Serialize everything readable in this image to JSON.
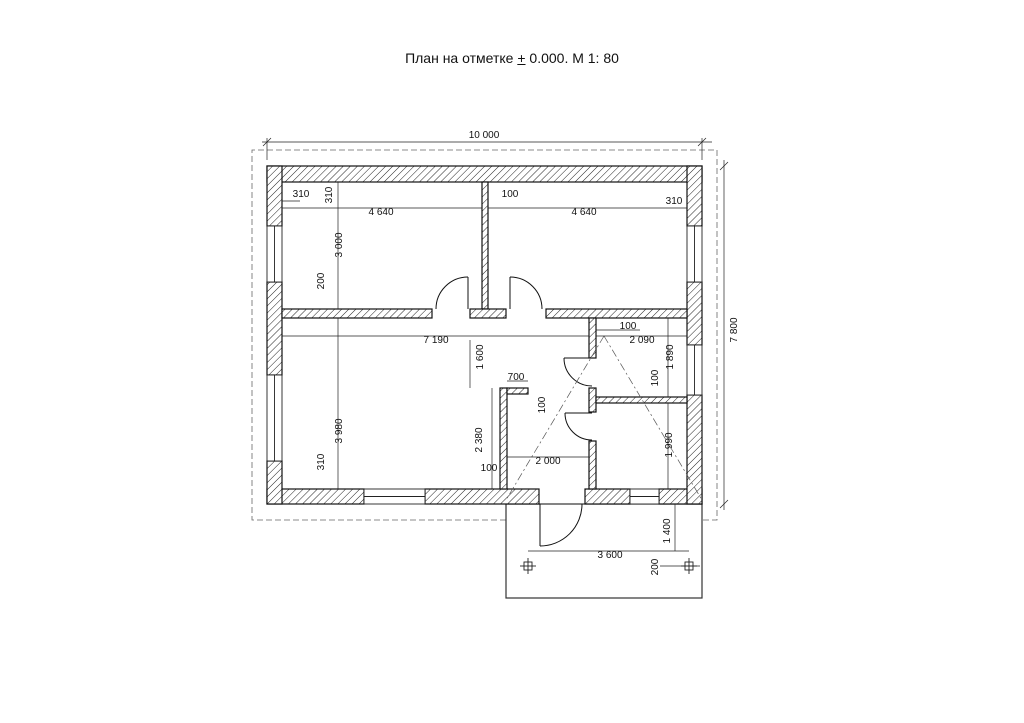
{
  "title": {
    "prefix": "План на отметке ",
    "plusminus": "+",
    "suffix": " 0.000. М 1: 80"
  },
  "dimensions": {
    "overall_width": "10 000",
    "overall_depth": "7 800",
    "left_room_width": "4 640",
    "right_room_width": "4 640",
    "main_room_width": "7 190",
    "corridor_width": "2 090",
    "bath_width": "2 000",
    "porch_width": "3 600",
    "upper_room_height": "3 000",
    "main_room_height": "3 980",
    "opening_height": "1 600",
    "wall_310_a": "310",
    "wall_310_b": "310",
    "wall_310_c": "310",
    "wall_310_d": "310",
    "wall_100_a": "100",
    "wall_100_b": "100",
    "wall_100_c": "100",
    "wall_100_d": "100",
    "wall_100_e": "100",
    "wall_200_a": "200",
    "wall_200_b": "200",
    "door_700": "700",
    "bath_height": "2 380",
    "room_height_1890": "1 890",
    "room_height_1990": "1 990",
    "porch_depth": "1 400"
  }
}
